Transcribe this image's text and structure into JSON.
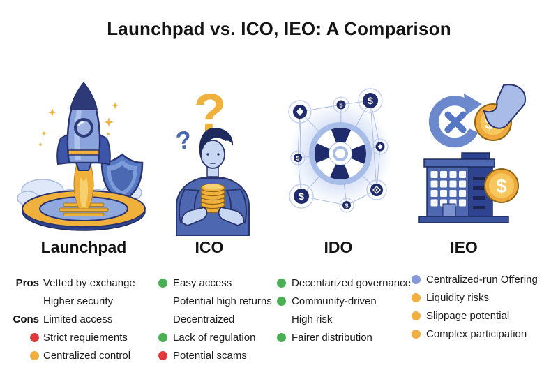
{
  "title": "Launchpad vs. ICO, IEO: A Comparison",
  "bullet_colors": {
    "green": "#4BAE55",
    "red": "#DE3B3E",
    "yellow": "#F0AF3F",
    "blue": "#8499D6"
  },
  "columns": [
    {
      "name": "Launchpad",
      "illustration": "rocket-launching-from-pad-with-shield",
      "items": [
        {
          "label": "Pros",
          "bullet": "none",
          "text": "Vetted by exchange"
        },
        {
          "label": "",
          "bullet": "none",
          "text": "Higher security"
        },
        {
          "label": "Cons",
          "bullet": "none",
          "text": "Limited access"
        },
        {
          "label": "",
          "bullet": "red",
          "text": "Strict requiements"
        },
        {
          "label": "",
          "bullet": "yellow",
          "text": "Centralized control"
        }
      ]
    },
    {
      "name": "ICO",
      "illustration": "person-holding-coins-with-question-marks",
      "items": [
        {
          "bullet": "green",
          "text": "Easy access"
        },
        {
          "bullet": "none",
          "text": "Potential high returns"
        },
        {
          "bullet": "none",
          "text": "Decentraized"
        },
        {
          "bullet": "green",
          "text": "Lack of regulation"
        },
        {
          "bullet": "red",
          "text": "Potential scams"
        }
      ]
    },
    {
      "name": "IDO",
      "illustration": "decentralized-token-network",
      "items": [
        {
          "bullet": "green",
          "text": "Decentarized governance"
        },
        {
          "bullet": "green",
          "text": "Community-driven"
        },
        {
          "bullet": "none",
          "text": "High risk"
        },
        {
          "bullet": "green",
          "text": "Fairer distribution"
        }
      ]
    },
    {
      "name": "IEO",
      "illustration": "exchange-building-with-coin-swap",
      "items": [
        {
          "bullet": "blue",
          "text": "Centralized-run Offering"
        },
        {
          "bullet": "yellow",
          "text": "Liquidity risks"
        },
        {
          "bullet": "yellow",
          "text": "Slippage potential"
        },
        {
          "bullet": "yellow",
          "text": "Complex participation"
        }
      ]
    }
  ]
}
